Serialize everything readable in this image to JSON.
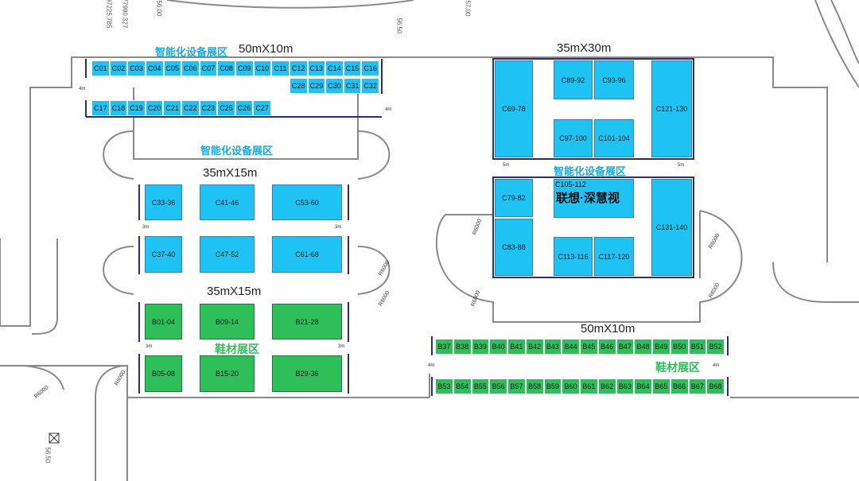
{
  "dimensions": {
    "top_strip": "50mX10m",
    "big_block": "35mX30m",
    "mid_block": "35mX15m",
    "lower_block": "35mX15m",
    "green_strip": "50mX10m"
  },
  "zones": {
    "smart_top": "智能化设备展区",
    "smart_middle": "智能化设备展区",
    "smart_right": "智能化设备展区",
    "shoes_left": "鞋材展区",
    "shoes_right": "鞋材展区"
  },
  "gaps": {
    "top_left": "4m",
    "top_right": "4m",
    "mid_left": "3m",
    "mid_right": "3m",
    "big_left": "5m",
    "big_right": "5m",
    "lower_left": "3m",
    "lower_right": "3m",
    "green_left": "4m",
    "green_right": "4m"
  },
  "radii": [
    "R6000",
    "R6000",
    "R6000",
    "R6000",
    "R6000",
    "R6000",
    "R6000",
    "R6000"
  ],
  "coords": [
    "97225.785",
    "77990.327",
    "56.00",
    "56.50",
    "57.00",
    "56.50"
  ],
  "highlight": {
    "booth": "C105-112",
    "brand": "联想·深慧视"
  },
  "top_strip_row1": [
    "C01",
    "C02",
    "C03",
    "C04",
    "C05",
    "C06",
    "C07",
    "C08",
    "C09",
    "C10",
    "C11",
    "C12",
    "C13",
    "C14",
    "C15",
    "C16"
  ],
  "top_strip_row1b": [
    "C28",
    "C29",
    "C30",
    "C31",
    "C32"
  ],
  "top_strip_row2": [
    "C17",
    "C18",
    "C19",
    "C20",
    "C21",
    "C22",
    "C23",
    "C25",
    "C26",
    "C27"
  ],
  "mid_booths": [
    "C33-36",
    "C41-46",
    "C53-60",
    "C37-40",
    "C47-52",
    "C61-68"
  ],
  "lower_booths": [
    "B01-04",
    "B09-14",
    "B21-28",
    "B05-08",
    "B15-20",
    "B29-36"
  ],
  "big_booths": [
    "C69-78",
    "C89-92",
    "C93-96",
    "C121-130",
    "C97-100",
    "C101-104",
    "C79-82",
    "C131-140",
    "C83-88",
    "C113-116",
    "C117-120"
  ],
  "green_row1": [
    "B37",
    "B38",
    "B39",
    "B40",
    "B41",
    "B42",
    "B43",
    "B44",
    "B45",
    "B46",
    "B47",
    "B48",
    "B49",
    "B50",
    "B51",
    "B52"
  ],
  "green_row2": [
    "B53",
    "B54",
    "B55",
    "B56",
    "B57",
    "B58",
    "B59",
    "B60",
    "B61",
    "B62",
    "B63",
    "B64",
    "B65",
    "B66",
    "B67",
    "B68"
  ],
  "colors": {
    "smart": "#1ec3f3",
    "shoes": "#2fbf5a",
    "zone_text_blue": "#1ea8de",
    "marker": "#e0161c"
  }
}
